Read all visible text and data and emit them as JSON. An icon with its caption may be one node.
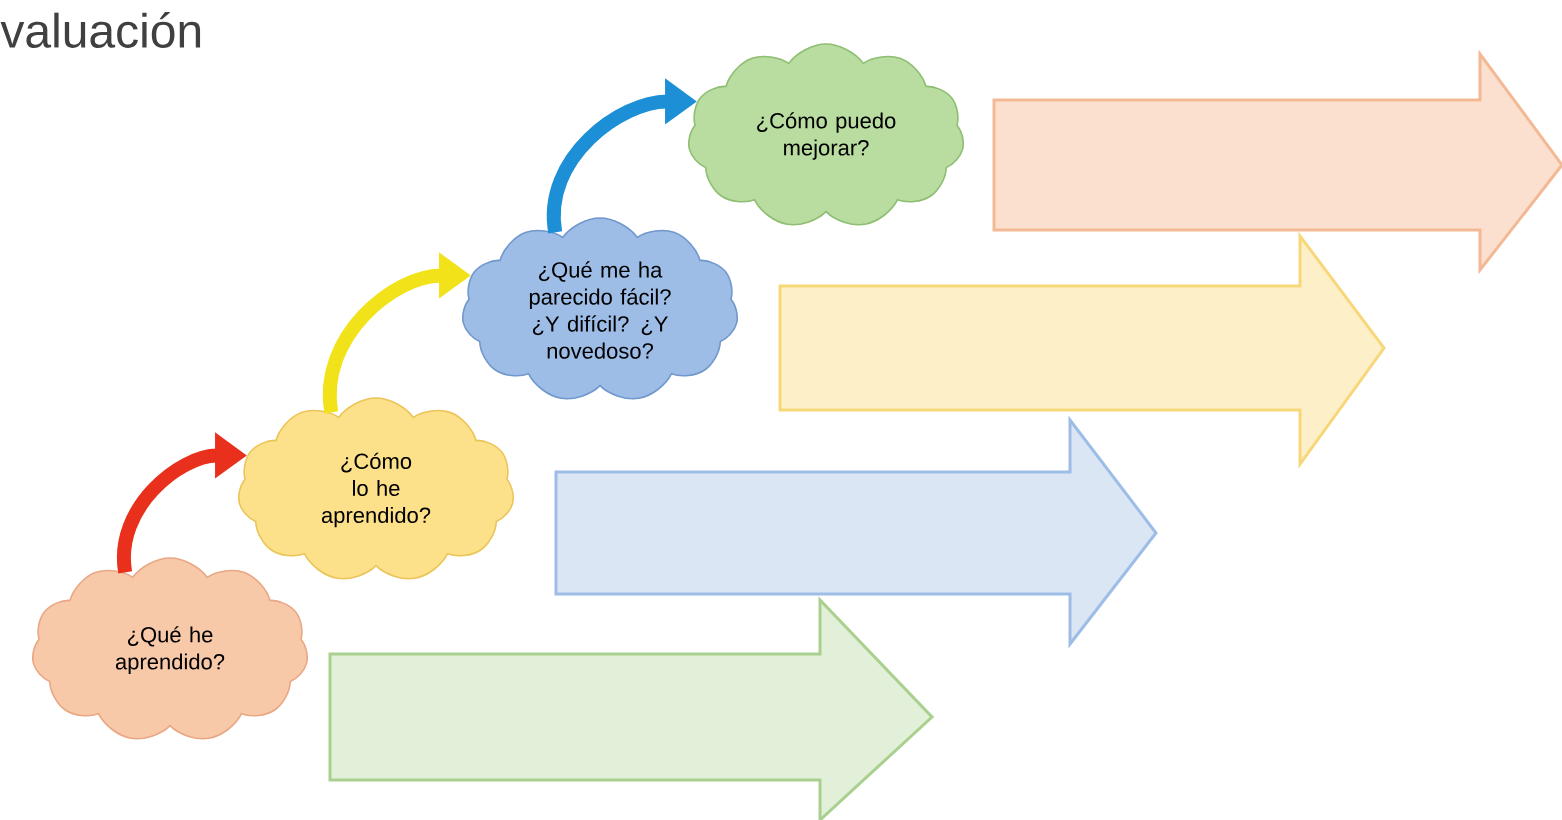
{
  "diagram": {
    "title": "valuación",
    "nodes": [
      {
        "text": [
          "¿Qué he aprendido?"
        ]
      },
      {
        "text": [
          "¿Cómo lo he aprendido?"
        ]
      },
      {
        "text": [
          "¿Qué me ha parecido fácil? ¿Y difícil? ¿Y novedoso?"
        ]
      },
      {
        "text": [
          "¿Cómo puedo mejorar?"
        ]
      }
    ],
    "edges": [
      {
        "from": 0,
        "to": 1,
        "arrow": "to",
        "color": "#e8301c"
      },
      {
        "from": 1,
        "to": 2,
        "arrow": "to",
        "color": "#f2e21a"
      },
      {
        "from": 2,
        "to": 3,
        "arrow": "to",
        "color": "#1c8fd6"
      }
    ]
  }
}
